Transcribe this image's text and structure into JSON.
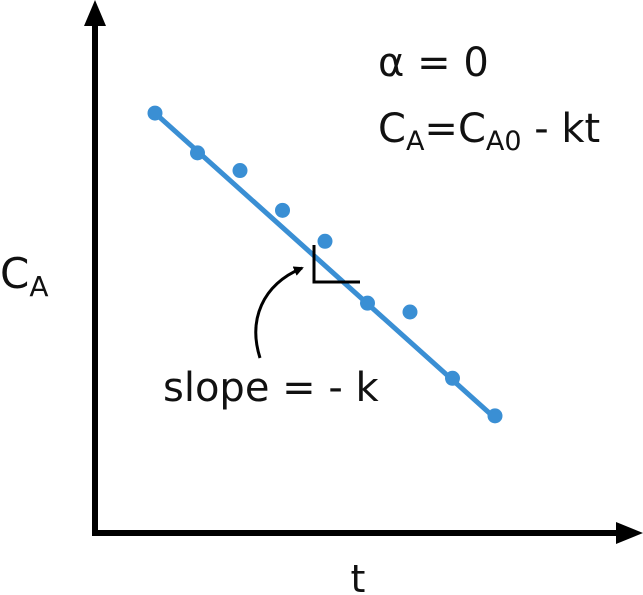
{
  "chart_data": {
    "type": "scatter",
    "title": "",
    "xlabel": "t",
    "ylabel": {
      "main": "C",
      "sub": "A"
    },
    "xlim": [
      0,
      10
    ],
    "ylim": [
      0,
      10
    ],
    "grid": false,
    "legend": "none",
    "x_ticks": [],
    "y_ticks": [],
    "series": [
      {
        "points": [
          [
            1.2,
            9.5
          ],
          [
            2.05,
            8.6
          ],
          [
            2.9,
            8.2
          ],
          [
            3.75,
            7.3
          ],
          [
            4.6,
            6.6
          ],
          [
            5.45,
            5.2
          ],
          [
            6.3,
            5.0
          ],
          [
            7.15,
            3.5
          ],
          [
            8.0,
            2.65
          ]
        ],
        "fit_line": {
          "x": [
            1.2,
            8.0
          ],
          "y": [
            9.5,
            2.6
          ]
        }
      }
    ],
    "annotations": {
      "alpha_text": "α = 0",
      "equation": {
        "left_main": "C",
        "left_sub": "A",
        "equals": "=",
        "mid_main": "C",
        "mid_sub": "A0",
        "right": " - kt"
      },
      "slope_label": "slope = - k"
    }
  },
  "colors": {
    "series": "#3a8fd4",
    "axis": "#000000",
    "text": "#111111"
  }
}
